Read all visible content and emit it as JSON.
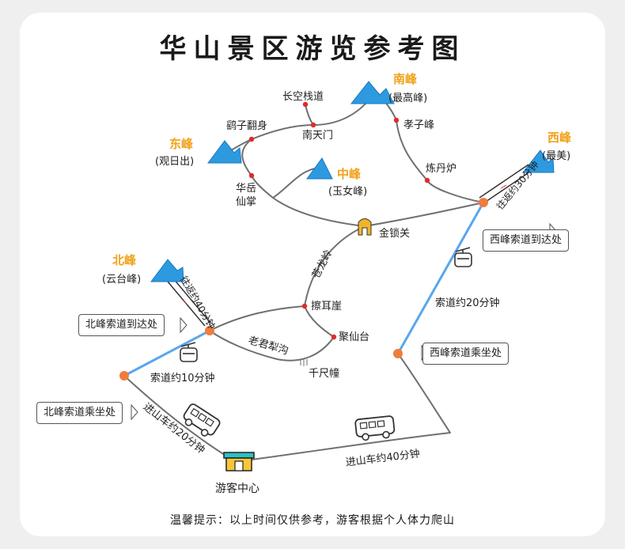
{
  "title": "华山景区游览参考图",
  "peaks": {
    "south": {
      "name": "南峰",
      "sub": "(最高峰)"
    },
    "east": {
      "name": "东峰",
      "sub": "(观日出)"
    },
    "middle": {
      "name": "中峰",
      "sub": "(玉女峰)"
    },
    "west": {
      "name": "西峰",
      "sub": "(最美)"
    },
    "north": {
      "name": "北峰",
      "sub": "(云台峰)"
    }
  },
  "spots": {
    "changkong": "长空栈道",
    "yaozi": "鹞子翻身",
    "nantianmen": "南天门",
    "xiaozi": "孝子峰",
    "liandan": "炼丹炉",
    "huayue_1": "华岳",
    "huayue_2": "仙掌",
    "jinsuo": "金锁关",
    "canglong": "苍龙岭",
    "ca_er": "擦耳崖",
    "juxian": "聚仙台",
    "laojun": "老君犁沟",
    "qianchi": "千尺幢",
    "visitor": "游客中心"
  },
  "routes": {
    "west_shuttle": "往返约30分钟",
    "north_shuttle": "往返约40分钟",
    "west_cable": "索道约20分钟",
    "north_cable": "索道约10分钟",
    "bus_north": "进山车约20分钟",
    "bus_west": "进山车约40分钟"
  },
  "callouts": {
    "west_arrive": "西峰索道到达处",
    "north_arrive": "北峰索道到达处",
    "west_board": "西峰索道乘坐处",
    "north_board": "北峰索道乘坐处"
  },
  "tip": "温馨提示：以上时间仅供参考，游客根据个人体力爬山",
  "colors": {
    "peak_label": "#f0a21a",
    "mountain": "#2d9ae0",
    "cable": "#5aa6ec",
    "spot_dot": "#e02b2b",
    "station_dot": "#f07c3c",
    "path": "#707070"
  }
}
